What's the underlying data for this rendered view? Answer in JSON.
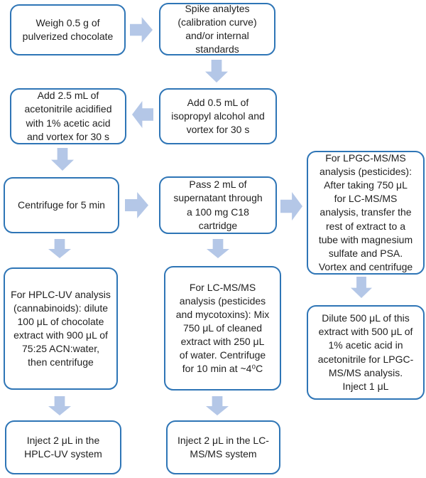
{
  "colors": {
    "box_border": "#2e75b6",
    "arrow_fill": "#b4c7e7",
    "text": "#1f1f1f",
    "background": "#ffffff"
  },
  "nodes": {
    "weigh": {
      "text": "Weigh 0.5 g of\npulverized chocolate"
    },
    "spike": {
      "text": "Spike analytes\n(calibration curve)\nand/or internal\nstandards"
    },
    "add_ipa": {
      "text": "Add 0.5 mL of\nisopropyl alcohol and\nvortex for 30 s"
    },
    "add_acn": {
      "text": "Add 2.5 mL of\nacetonitrile acidified\nwith 1% acetic acid\nand vortex for 30 s"
    },
    "centrifuge": {
      "text": "Centrifuge for 5 min"
    },
    "c18": {
      "text": "Pass 2 mL of\nsupernatant through\na 100 mg C18\ncartridge"
    },
    "lpgc_prep": {
      "text": "For LPGC-MS/MS\nanalysis (pesticides):\nAfter taking 750 μL\nfor LC-MS/MS\nanalysis, transfer the\nrest of extract to a\ntube with magnesium\nsulfate and PSA.\nVortex and centrifuge"
    },
    "hplc_prep": {
      "text": "For HPLC-UV analysis\n(cannabinoids): dilute\n100 μL of chocolate\nextract with 900 μL of\n75:25 ACN:water,\nthen centrifuge"
    },
    "lcms_prep": {
      "text": "For LC-MS/MS\nanalysis (pesticides\nand mycotoxins): Mix\n750 μL of cleaned\nextract with 250 μL\nof water. Centrifuge\nfor 10 min at ~4⁰C"
    },
    "lpgc_dilute": {
      "text": "Dilute 500 μL of this\nextract with 500 μL of\n1% acetic acid in\nacetonitrile for LPGC-\nMS/MS analysis.\nInject 1 μL"
    },
    "inject_hplc": {
      "text": "Inject 2 μL in the\nHPLC-UV system"
    },
    "inject_lcms": {
      "text": "Inject 2 μL in the LC-\nMS/MS system"
    }
  },
  "edges": [
    {
      "from": "weigh",
      "to": "spike",
      "direction": "right"
    },
    {
      "from": "spike",
      "to": "add_ipa",
      "direction": "down"
    },
    {
      "from": "add_ipa",
      "to": "add_acn",
      "direction": "left"
    },
    {
      "from": "add_acn",
      "to": "centrifuge",
      "direction": "down"
    },
    {
      "from": "centrifuge",
      "to": "c18",
      "direction": "right"
    },
    {
      "from": "c18",
      "to": "lpgc_prep",
      "direction": "right"
    },
    {
      "from": "centrifuge",
      "to": "hplc_prep",
      "direction": "down"
    },
    {
      "from": "c18",
      "to": "lcms_prep",
      "direction": "down"
    },
    {
      "from": "lpgc_prep",
      "to": "lpgc_dilute",
      "direction": "down"
    },
    {
      "from": "hplc_prep",
      "to": "inject_hplc",
      "direction": "down"
    },
    {
      "from": "lcms_prep",
      "to": "inject_lcms",
      "direction": "down"
    }
  ]
}
